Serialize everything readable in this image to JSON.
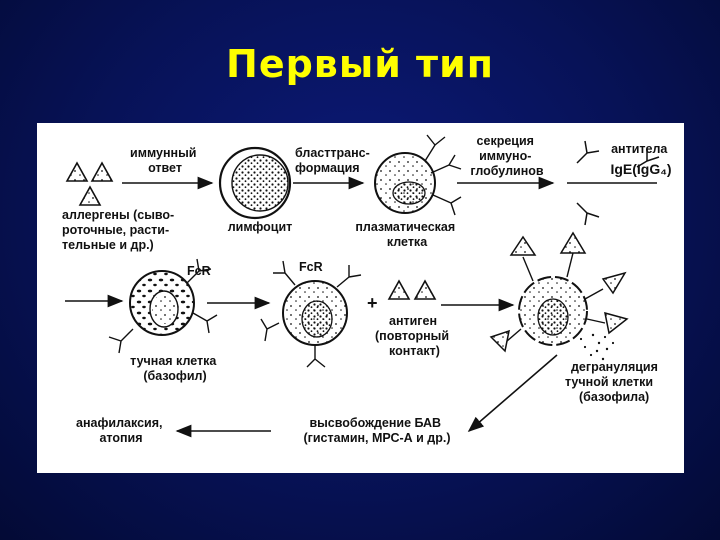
{
  "title": "Первый тип",
  "labels": {
    "immune_response": [
      "иммунный",
      "ответ"
    ],
    "allergens": [
      "аллергены (сыво-",
      "роточные, расти-",
      "тельные и др.)"
    ],
    "lymphocyte": "лимфоцит",
    "blast_transformation": [
      "бласттранс-",
      "формация"
    ],
    "plasma_cell": [
      "плазматическая",
      "клетка"
    ],
    "secretion": [
      "секреция",
      "иммуно-",
      "глобулинов"
    ],
    "antibodies": [
      "антитела",
      "IgE(IgG₄)"
    ],
    "fcr_1": "FcR",
    "fcr_2": "FcR",
    "mast_cell": [
      "тучная клетка",
      "(базофил)"
    ],
    "plus": "+",
    "antigen": [
      "антиген",
      "(повторный",
      "контакт)"
    ],
    "degranulation": [
      "дегрануляция",
      "тучной клетки",
      "(базофила)"
    ],
    "release": [
      "высвобождение БАВ",
      "(гистамин, МРС-А и др.)"
    ],
    "anaphylaxis": [
      "анафилаксия,",
      "атопия"
    ]
  }
}
